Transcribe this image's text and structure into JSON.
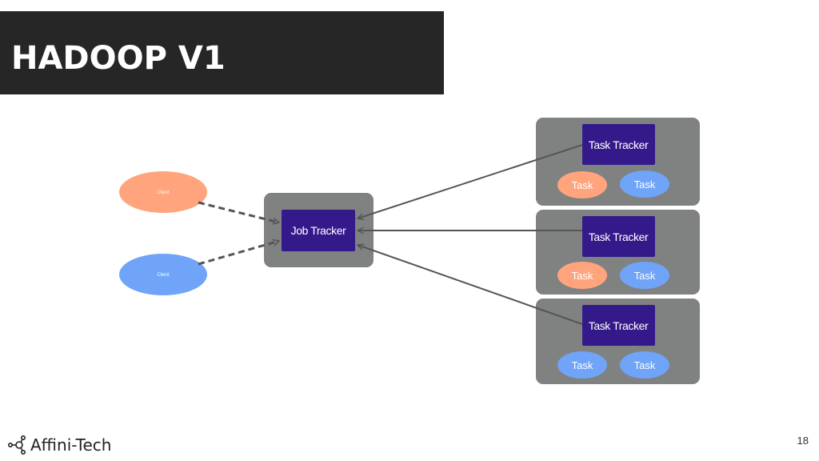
{
  "slide": {
    "title": "HADOOP V1",
    "page_number": "18"
  },
  "brand": {
    "name": "Affini-Tech"
  },
  "diagram": {
    "clients": [
      {
        "label": "Client",
        "color": "#ffa47d"
      },
      {
        "label": "Client",
        "color": "#6fa4f8"
      }
    ],
    "job_tracker": {
      "label": "Job Tracker"
    },
    "nodes": [
      {
        "tracker_label": "Task Tracker",
        "tasks": [
          {
            "label": "Task",
            "color": "#ffa47d"
          },
          {
            "label": "Task",
            "color": "#6fa4f8"
          }
        ]
      },
      {
        "tracker_label": "Task Tracker",
        "tasks": [
          {
            "label": "Task",
            "color": "#ffa47d"
          },
          {
            "label": "Task",
            "color": "#6fa4f8"
          }
        ]
      },
      {
        "tracker_label": "Task Tracker",
        "tasks": [
          {
            "label": "Task",
            "color": "#6fa4f8"
          },
          {
            "label": "Task",
            "color": "#6fa4f8"
          }
        ]
      }
    ],
    "colors": {
      "tracker_fill": "#33198a",
      "node_fill": "#808281",
      "arrow": "#555555",
      "title_bar": "#262626"
    }
  }
}
